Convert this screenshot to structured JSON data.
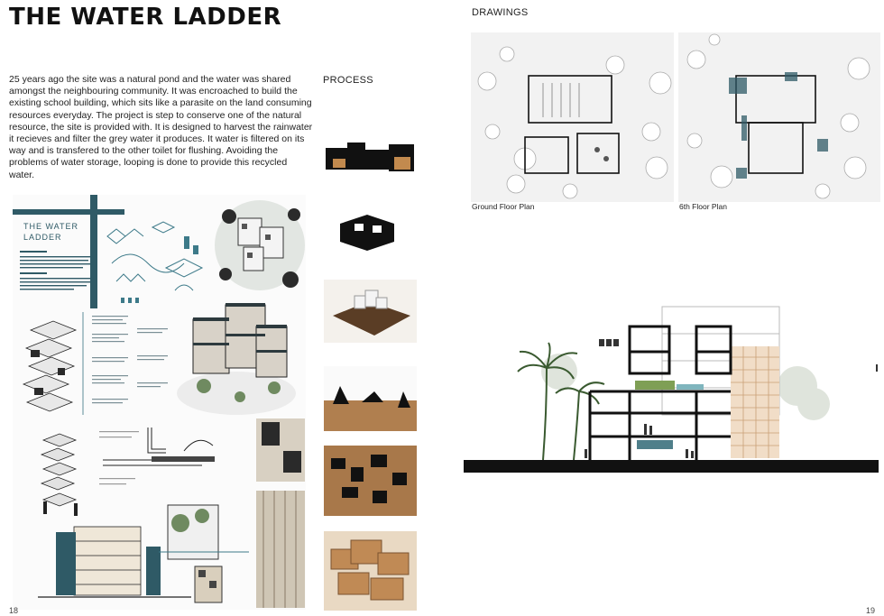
{
  "left_page": {
    "title": "THE WATER LADDER",
    "intro": "25 years ago the site was a natural pond and the water was shared amongst the neighbouring community. It was encroached to build the existing school building, which sits like a parasite on the land consuming resources everyday. The project is step to conserve one of the natural resource, the site is provided with. It is designed to harvest the rainwater it recieves and filter the grey water it produces. It water is filtered on its way and is transfered to the other toilet for flushing. Avoiding the problems of water storage, looping is done to provide this recycled water.",
    "process_label": "PROCESS",
    "sheet_title_line1": "THE WATER",
    "sheet_title_line2": "LADDER",
    "page_number": "18"
  },
  "right_page": {
    "drawings_label": "DRAWINGS",
    "captions": {
      "ground_floor": "Ground Floor Plan",
      "sixth_floor": "6th Floor Plan"
    },
    "page_number": "19"
  },
  "colors": {
    "accent_teal": "#2f5a66",
    "model_wood": "#a8784a",
    "model_dark": "#111111"
  }
}
